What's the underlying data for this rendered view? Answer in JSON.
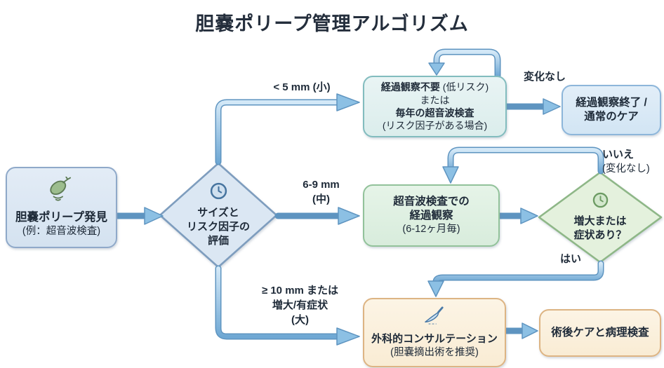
{
  "title": "胆嚢ポリープ管理アルゴリズム",
  "palette": {
    "box_blue": "#dbe6f3",
    "box_blue_border": "#8fa9c9",
    "box_teal": "#e1f0f0",
    "box_teal_border": "#82bcbe",
    "box_blue2": "#d9e9f6",
    "box_blue2_border": "#8db6da",
    "box_green": "#dff0e2",
    "box_green_border": "#92c29a",
    "diamond_green": "#e4f1dd",
    "diamond_green_border": "#8eb787",
    "box_orange": "#fbf0dc",
    "box_orange_border": "#ddb483",
    "arrow_fill": "#7fb7de",
    "arrow_border": "#5e94c0",
    "text": "#1e2a38"
  },
  "nodes": {
    "start": {
      "icon": "gallbladder-ultrasound-icon",
      "title": "胆嚢ポリープ発見",
      "subtitle": "(例：超音波検査)"
    },
    "assess": {
      "icon": "clock-icon",
      "line1": "サイズと",
      "line2": "リスク因子の",
      "line3": "評価"
    },
    "low": {
      "line1_bold": "経過観察不要",
      "line1_note": "(低リスク)",
      "line2": "または",
      "line3_bold": "毎年の超音波検査",
      "line4": "(リスク因子がある場合)"
    },
    "discharge": {
      "line1": "経過観察終了 /",
      "line2": "通常のケア"
    },
    "follow": {
      "line1": "超音波検査での",
      "line2": "経過観察",
      "line3": "(6-12ヶ月毎)"
    },
    "growth": {
      "icon": "clock-icon",
      "line1": "増大または",
      "line2": "症状あり？"
    },
    "surgery": {
      "icon": "scalpel-icon",
      "line1": "外科的コンサルテーション",
      "line2": "(胆嚢摘出術を推奨)"
    },
    "postop": {
      "line1": "術後ケアと病理検査"
    }
  },
  "edges": {
    "small_label": "< 5 mm (小)",
    "medium_label1": "6-9 mm",
    "medium_label2": "(中)",
    "large_label1": "≥ 10 mm または",
    "large_label2": "増大/有症状",
    "large_label3": "(大)",
    "no_change_top": "変化なし",
    "no": "いいえ",
    "no_note": "(変化なし)",
    "yes": "はい"
  }
}
